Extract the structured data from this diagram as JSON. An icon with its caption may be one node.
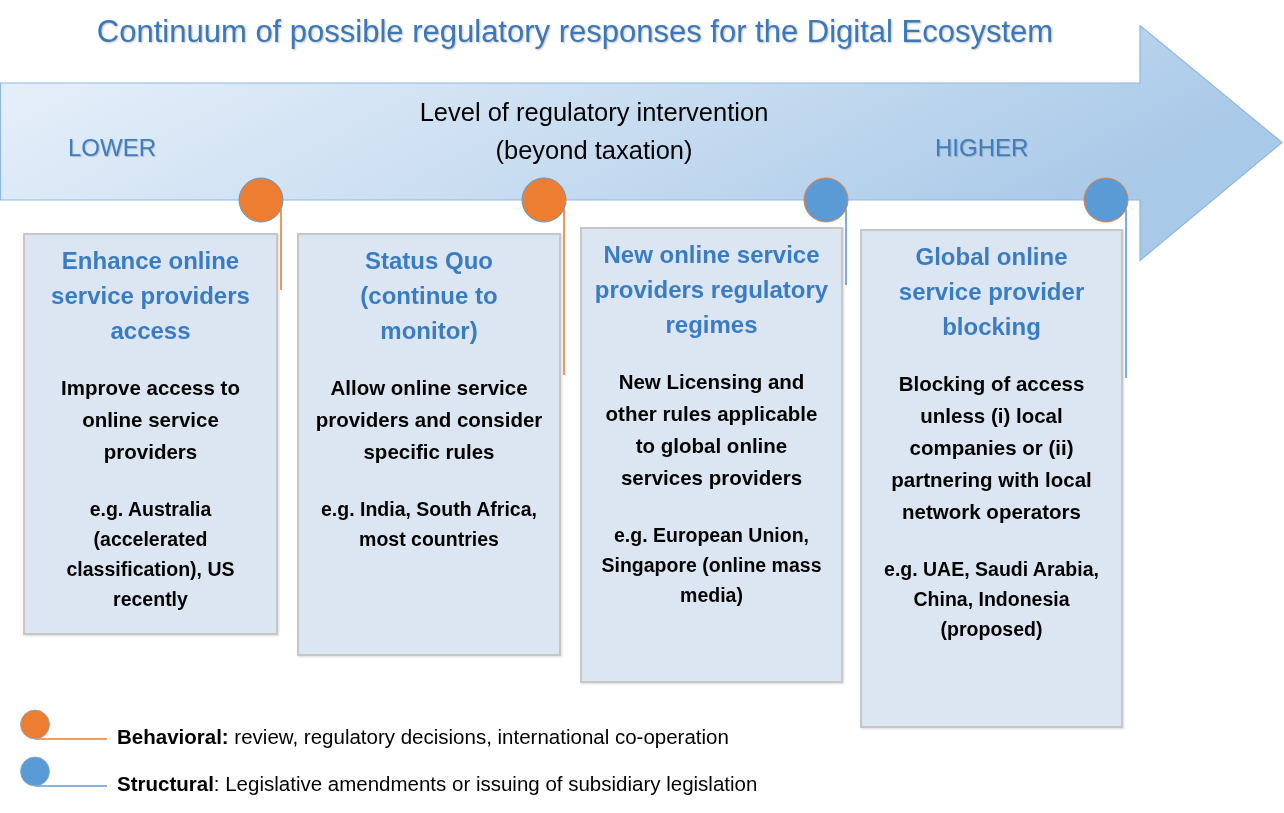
{
  "diagram": {
    "title": "Continuum of possible regulatory responses for the Digital Ecosystem",
    "nodes": [
      {
        "text": [
          "LOWER",
          "Level of regulatory intervention (beyond taxation)",
          "HIGHER"
        ]
      },
      {
        "text": [],
        "shape": "circle"
      },
      {
        "text": [],
        "shape": "circle"
      },
      {
        "text": [],
        "shape": "circle"
      },
      {
        "text": [],
        "shape": "circle"
      },
      {
        "text": [
          "Enhance online service providers access",
          "Improve access to online service providers",
          "e.g. Australia (accelerated classification), US recently"
        ]
      },
      {
        "text": [
          "Status Quo (continue to monitor)",
          "Allow online service providers and consider specific rules",
          "e.g. India, South Africa, most countries"
        ]
      },
      {
        "text": [
          "New online service providers regulatory regimes",
          "New Licensing and other rules applicable to global online services providers",
          "e.g. European Union, Singapore (online mass media)"
        ]
      },
      {
        "text": [
          "Global online service provider blocking",
          "Blocking of access unless (i) local companies or (ii) partnering with local network operators",
          "e.g. UAE, Saudi Arabia, China, Indonesia (proposed)"
        ]
      }
    ],
    "edges": [
      {
        "from": 1,
        "to": 5,
        "arrow": "none",
        "color": "#ed7d31"
      },
      {
        "from": 2,
        "to": 6,
        "arrow": "none",
        "color": "#ed7d31"
      },
      {
        "from": 3,
        "to": 7,
        "arrow": "none",
        "color": "#5b9bd5"
      },
      {
        "from": 4,
        "to": 8,
        "arrow": "none",
        "color": "#5b9bd5"
      }
    ],
    "legend": [
      {
        "text": "**Behavioral:** review, regulatory decisions, international co-operation",
        "color": "#ed7d31"
      },
      {
        "text": "**Structural**: Legislative amendments or issuing of subsidiary legislation",
        "color": "#5b9bd5"
      }
    ]
  }
}
